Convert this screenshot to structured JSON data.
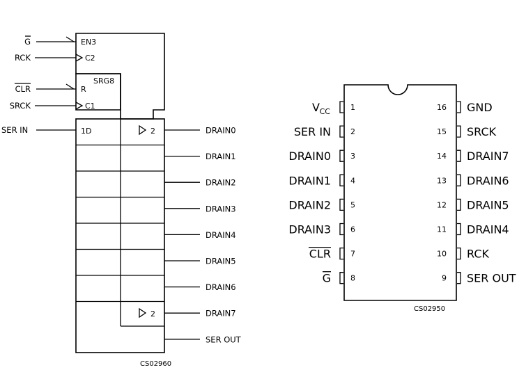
{
  "logic_symbol": {
    "inputs": {
      "g": "G",
      "rck": "RCK",
      "clr": "CLR",
      "srck": "SRCK",
      "ser_in": "SER IN"
    },
    "control_labels": {
      "en3": "EN3",
      "c2": "C2",
      "srg8": "SRG8",
      "r": "R",
      "c1": "C1",
      "d1": "1D",
      "first_output": "2",
      "last_output": "2"
    },
    "outputs": [
      "DRAIN0",
      "DRAIN1",
      "DRAIN2",
      "DRAIN3",
      "DRAIN4",
      "DRAIN5",
      "DRAIN6",
      "DRAIN7",
      "SER OUT"
    ],
    "caption": "CS02960"
  },
  "package": {
    "left_pins": [
      {
        "num": "1",
        "name": "V",
        "sub": "CC"
      },
      {
        "num": "2",
        "name": "SER IN"
      },
      {
        "num": "3",
        "name": "DRAIN0"
      },
      {
        "num": "4",
        "name": "DRAIN1"
      },
      {
        "num": "5",
        "name": "DRAIN2"
      },
      {
        "num": "6",
        "name": "DRAIN3"
      },
      {
        "num": "7",
        "name": "CLR"
      },
      {
        "num": "8",
        "name": "G"
      }
    ],
    "right_pins": [
      {
        "num": "16",
        "name": "GND"
      },
      {
        "num": "15",
        "name": "SRCK"
      },
      {
        "num": "14",
        "name": "DRAIN7"
      },
      {
        "num": "13",
        "name": "DRAIN6"
      },
      {
        "num": "12",
        "name": "DRAIN5"
      },
      {
        "num": "11",
        "name": "DRAIN4"
      },
      {
        "num": "10",
        "name": "RCK"
      },
      {
        "num": "9",
        "name": "SER OUT"
      }
    ],
    "caption": "CS02950"
  }
}
